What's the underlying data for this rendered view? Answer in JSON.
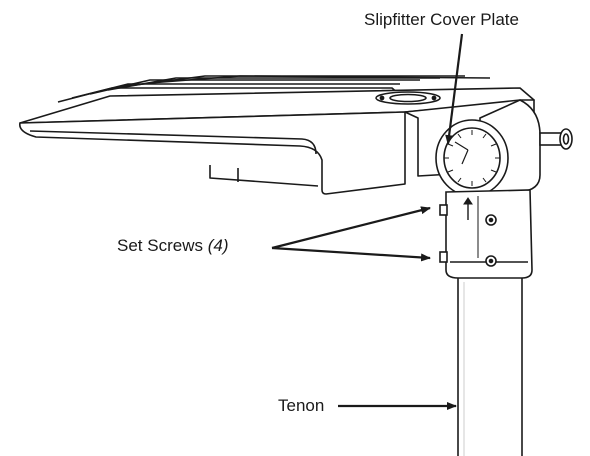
{
  "labels": {
    "cover_plate": "Slipfitter Cover Plate",
    "set_screws": "Set Screws",
    "set_screws_count": "(4)",
    "tenon": "Tenon"
  },
  "colors": {
    "line": "#1a1a1a",
    "fixture_fill": "#ffffff",
    "shade": "#e8e8e8"
  }
}
